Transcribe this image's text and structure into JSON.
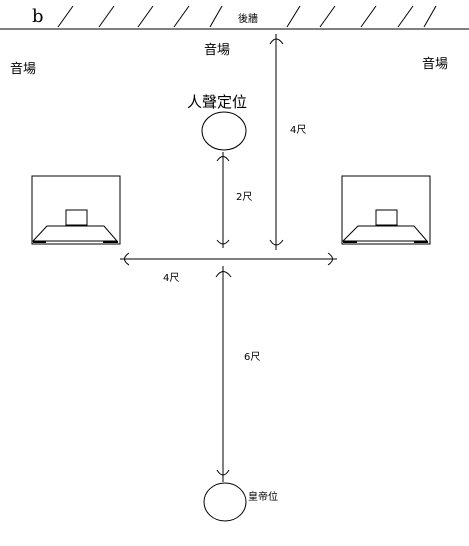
{
  "labels": {
    "corner_letter": "b",
    "back_wall": "後牆",
    "sound_field_center": "音場",
    "sound_field_left": "音場",
    "sound_field_right": "音場",
    "vocal_image": "人聲定位",
    "listener_seat": "皇帝位"
  },
  "distances": {
    "wall_to_speaker_line": "4尺",
    "vocal_to_speaker_line": "2尺",
    "speaker_spacing": "4尺",
    "speaker_line_to_listener": "6尺"
  }
}
